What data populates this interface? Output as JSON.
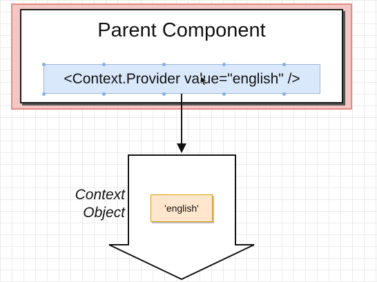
{
  "diagram": {
    "parent_title": "Parent Component",
    "provider_text": "<Context.Provider value=\"english\" />",
    "context_label_line1": "Context",
    "context_label_line2": "Object",
    "context_value": "'english'"
  },
  "colors": {
    "parent_outer_fill": "#f4c6c4",
    "parent_outer_stroke": "#e28c86",
    "provider_fill": "#dae8fc",
    "value_fill": "#ffe6cc",
    "value_stroke": "#d79b00"
  }
}
